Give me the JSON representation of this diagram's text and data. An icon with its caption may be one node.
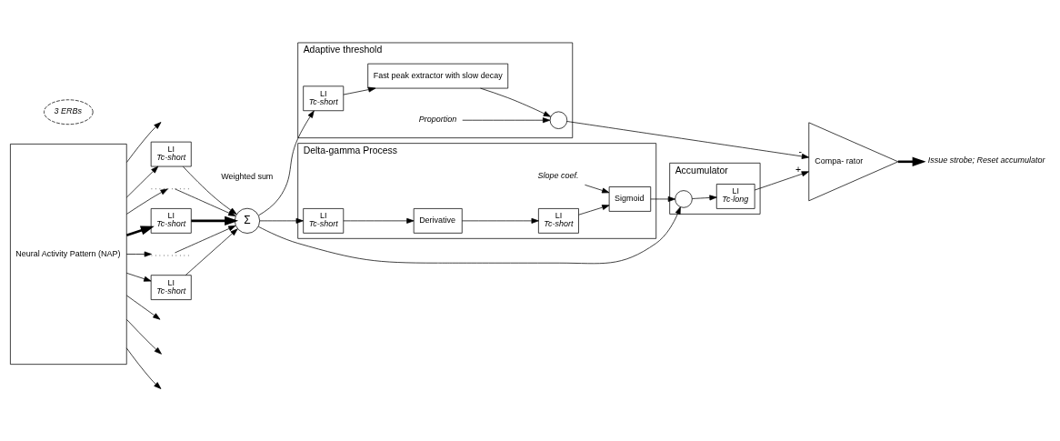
{
  "diagram": {
    "nodes": [
      {
        "text": [
          "Neural Activity Pattern (NAP)"
        ]
      },
      {
        "text": [
          "3 ERBs"
        ]
      },
      {
        "text": [
          "LI",
          "Tc-short"
        ]
      },
      {
        "text": [],
        "shape": "dots"
      },
      {
        "text": [
          "LI",
          "Tc-short"
        ]
      },
      {
        "text": [],
        "shape": "dots"
      },
      {
        "text": [
          "LI",
          "Tc-short"
        ]
      },
      {
        "text": [
          "Σ"
        ],
        "beside": [
          "Weighted sum"
        ]
      },
      {
        "text": [
          "Adaptive threshold"
        ]
      },
      {
        "text": [
          "LI",
          "Tc-short"
        ],
        "in": 8
      },
      {
        "text": [
          "Fast peak extractor with slow decay"
        ],
        "in": 8
      },
      {
        "text": [
          "Proportion"
        ],
        "in": 8
      },
      {
        "text": [],
        "shape": "circle",
        "in": 8
      },
      {
        "text": [
          "Accumulator"
        ]
      },
      {
        "text": [],
        "shape": "circle",
        "in": 13
      },
      {
        "text": [
          "LI",
          "Tc-long"
        ],
        "in": 13
      },
      {
        "text": [
          "Delta-gamma Process"
        ]
      },
      {
        "text": [
          "Sigmoid"
        ],
        "in": 16
      },
      {
        "text": [
          "Slope coef."
        ],
        "in": 16
      },
      {
        "text": [
          "LI",
          "Tc-short"
        ],
        "in": 16
      },
      {
        "text": [
          "LI",
          "Tc-short"
        ],
        "in": 16
      },
      {
        "text": [
          "Derivative"
        ],
        "in": 16
      },
      {
        "text": [
          "Compa- rator"
        ]
      },
      {
        "text": [
          "Issue strobe; Reset accumulator"
        ]
      }
    ],
    "edges": [
      {
        "from": 0,
        "to": null,
        "arrow": "to"
      },
      {
        "from": 0,
        "to": 2,
        "arrow": "to"
      },
      {
        "from": 0,
        "to": 3,
        "arrow": "to"
      },
      {
        "from": 0,
        "to": 4,
        "arrow": "to",
        "style": "thick"
      },
      {
        "from": 0,
        "to": 5,
        "arrow": "to"
      },
      {
        "from": 0,
        "to": 6,
        "arrow": "to"
      },
      {
        "from": 0,
        "to": null,
        "arrow": "to"
      },
      {
        "from": 0,
        "to": null,
        "arrow": "to"
      },
      {
        "from": 0,
        "to": null,
        "arrow": "to"
      },
      {
        "from": 2,
        "to": 7,
        "arrow": "to"
      },
      {
        "from": 3,
        "to": 7,
        "arrow": "to"
      },
      {
        "from": 4,
        "to": 7,
        "arrow": "to",
        "style": "thick"
      },
      {
        "from": 5,
        "to": 7,
        "arrow": "to"
      },
      {
        "from": 6,
        "to": 7,
        "arrow": "to"
      },
      {
        "from": 7,
        "to": 9,
        "arrow": "to"
      },
      {
        "from": 7,
        "to": 14,
        "arrow": "to"
      },
      {
        "from": 7,
        "to": 20,
        "arrow": "to"
      },
      {
        "from": 9,
        "to": 10,
        "arrow": "to"
      },
      {
        "from": 10,
        "to": 12,
        "arrow": "to"
      },
      {
        "from": 11,
        "to": 12,
        "arrow": "to"
      },
      {
        "from": 12,
        "to": 22,
        "arrow": "to",
        "label": "-"
      },
      {
        "from": 14,
        "to": 15,
        "arrow": "to"
      },
      {
        "from": 15,
        "to": 22,
        "arrow": "to",
        "label": "+"
      },
      {
        "from": 20,
        "to": 21,
        "arrow": "to"
      },
      {
        "from": 21,
        "to": 19,
        "arrow": "to"
      },
      {
        "from": 19,
        "to": 17,
        "arrow": "to"
      },
      {
        "from": 18,
        "to": 17,
        "arrow": "to"
      },
      {
        "from": 17,
        "to": 14,
        "arrow": "to"
      },
      {
        "from": 22,
        "to": 23,
        "arrow": "to",
        "style": "thick"
      }
    ]
  }
}
